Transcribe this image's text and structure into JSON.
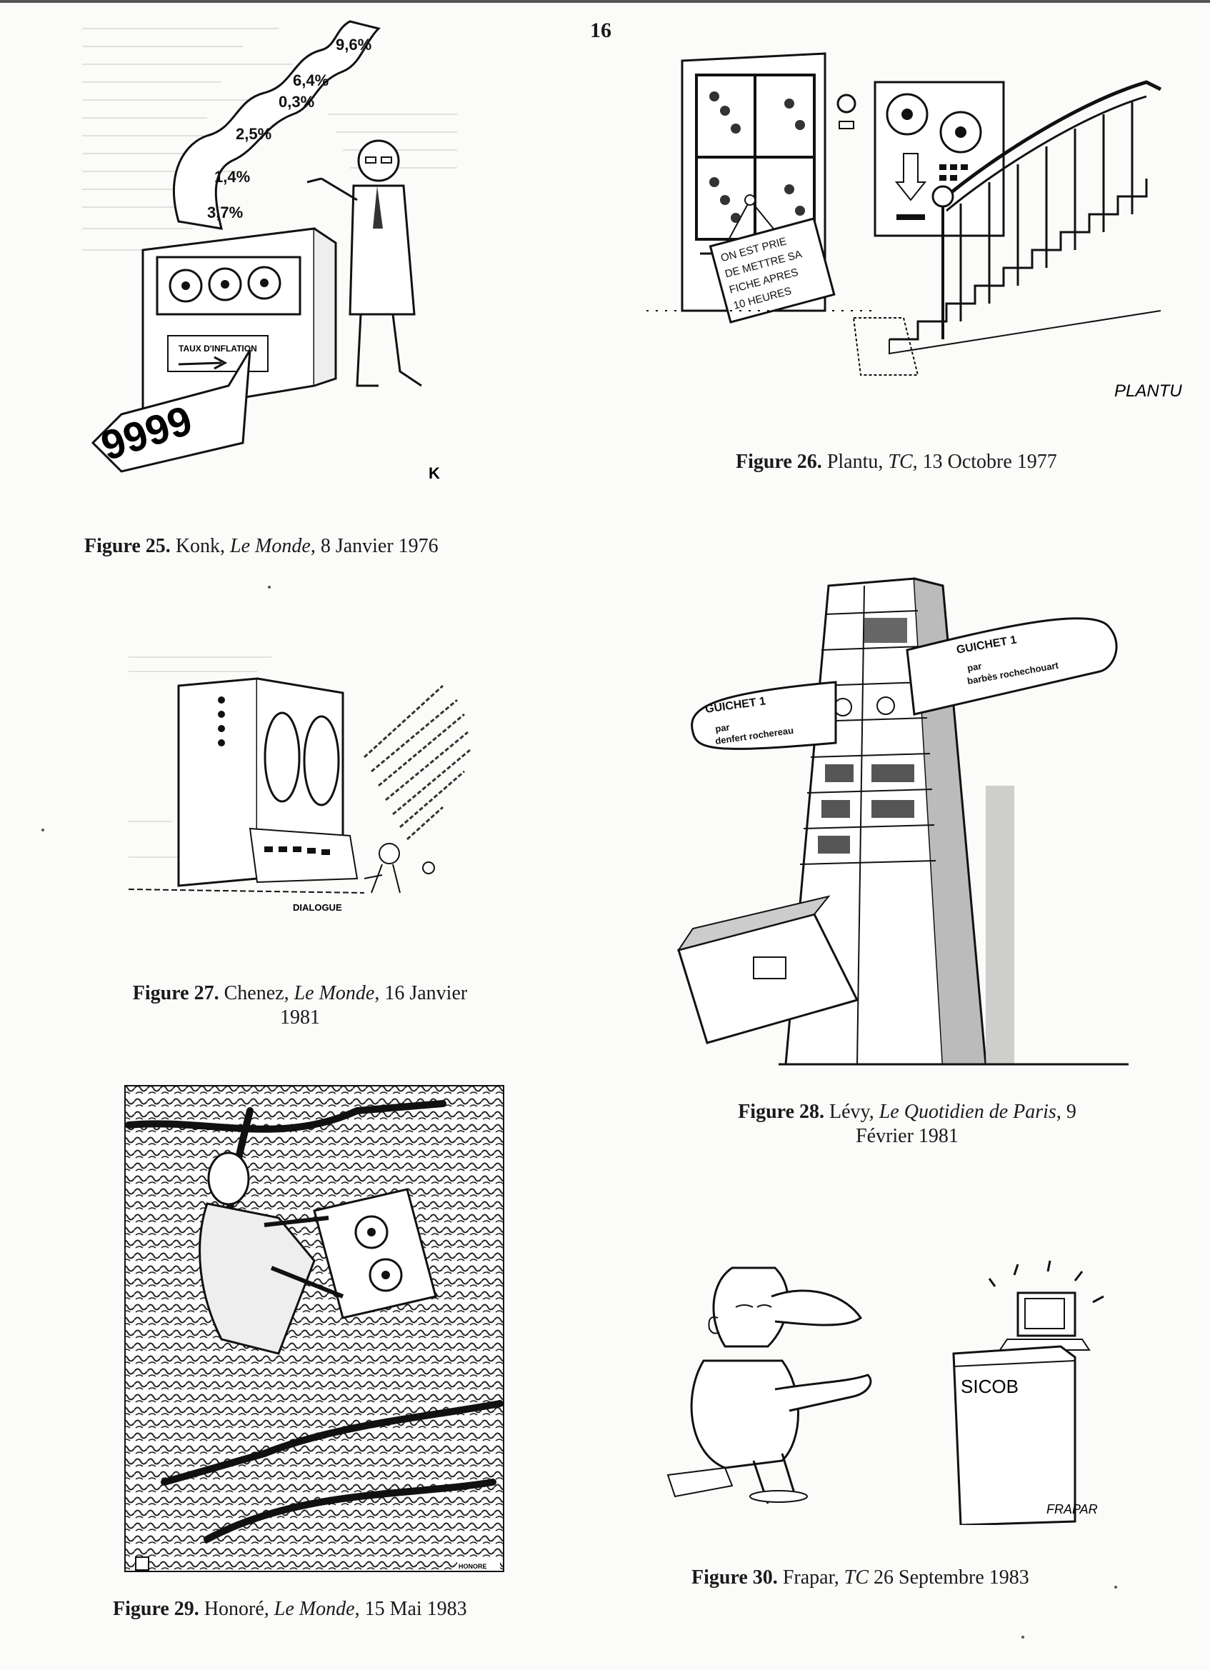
{
  "page": {
    "number": "16"
  },
  "figures": [
    {
      "id": "25",
      "label": "Figure 25.",
      "pre": " Konk, ",
      "italic": "Le Monde",
      "post": ", 8 Janvier 1976",
      "line2": "",
      "art_text": {
        "tape": [
          "9,6%",
          "6,4%",
          "0,3%",
          "2,5%",
          "1,4%",
          "3,7%"
        ],
        "screen": "TAUX D'INFLATION",
        "out": "9999",
        "signature": "K"
      }
    },
    {
      "id": "26",
      "label": "Figure 26.",
      "pre": " Plantu, ",
      "italic": "TC",
      "post": ", 13 Octobre 1977",
      "line2": "",
      "art_text": {
        "sign": [
          "ON EST PRIE",
          "DE METTRE SA",
          "FICHE APRES",
          "10 HEURES"
        ],
        "signature": "PLANTU"
      }
    },
    {
      "id": "27",
      "label": "Figure 27.",
      "pre": " Chenez, ",
      "italic": "Le Monde",
      "post": ", 16 Janvier",
      "line2": "1981",
      "art_text": {
        "caption": "DIALOGUE"
      }
    },
    {
      "id": "28",
      "label": "Figure 28.",
      "pre": " Lévy, ",
      "italic": "Le Quotidien de Paris",
      "post": ", 9",
      "line2": "Février 1981",
      "art_text": {
        "left_sign": [
          "GUICHET 1",
          "par",
          "denfert rochereau"
        ],
        "right_sign": [
          "GUICHET 1",
          "par",
          "barbès rochechouart"
        ]
      }
    },
    {
      "id": "29",
      "label": "Figure 29.",
      "pre": " Honoré, ",
      "italic": "Le Monde",
      "post": ", 15 Mai 1983",
      "line2": "",
      "art_text": {
        "signature": "HONORE"
      }
    },
    {
      "id": "30",
      "label": "Figure 30.",
      "pre": " Frapar, ",
      "italic": "TC",
      "post": " 26 Septembre 1983",
      "line2": "",
      "art_text": {
        "box": "SICOB",
        "signature": "FRAPAR"
      }
    }
  ]
}
